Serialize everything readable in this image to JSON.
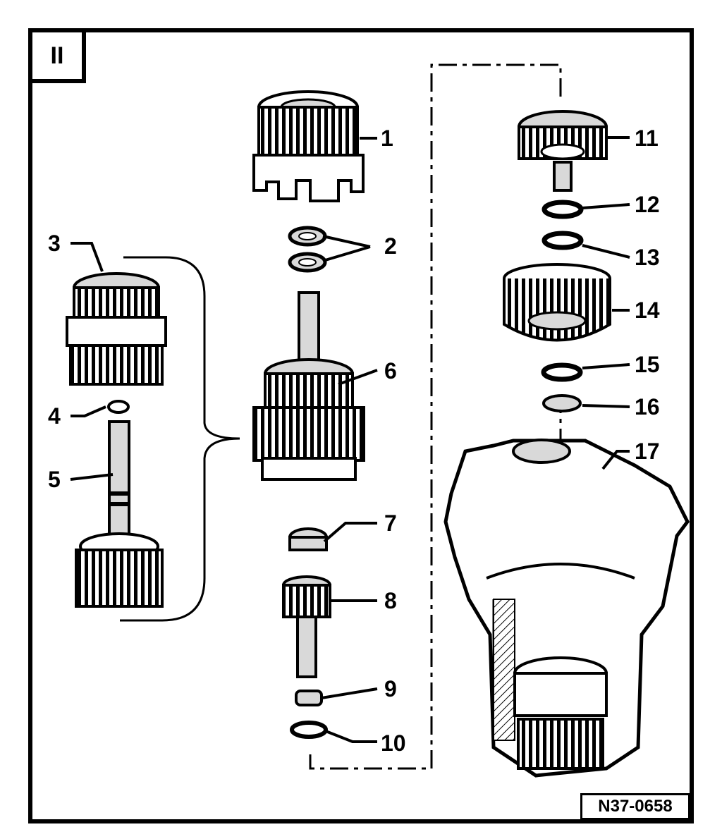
{
  "section_label": "II",
  "figure_ref": "N37-0658",
  "callouts": [
    "1",
    "2",
    "3",
    "4",
    "5",
    "6",
    "7",
    "8",
    "9",
    "10",
    "11",
    "12",
    "13",
    "14",
    "15",
    "16",
    "17"
  ],
  "colors": {
    "ink": "#000000",
    "paper": "#ffffff",
    "shade": "#d9d9d9"
  }
}
